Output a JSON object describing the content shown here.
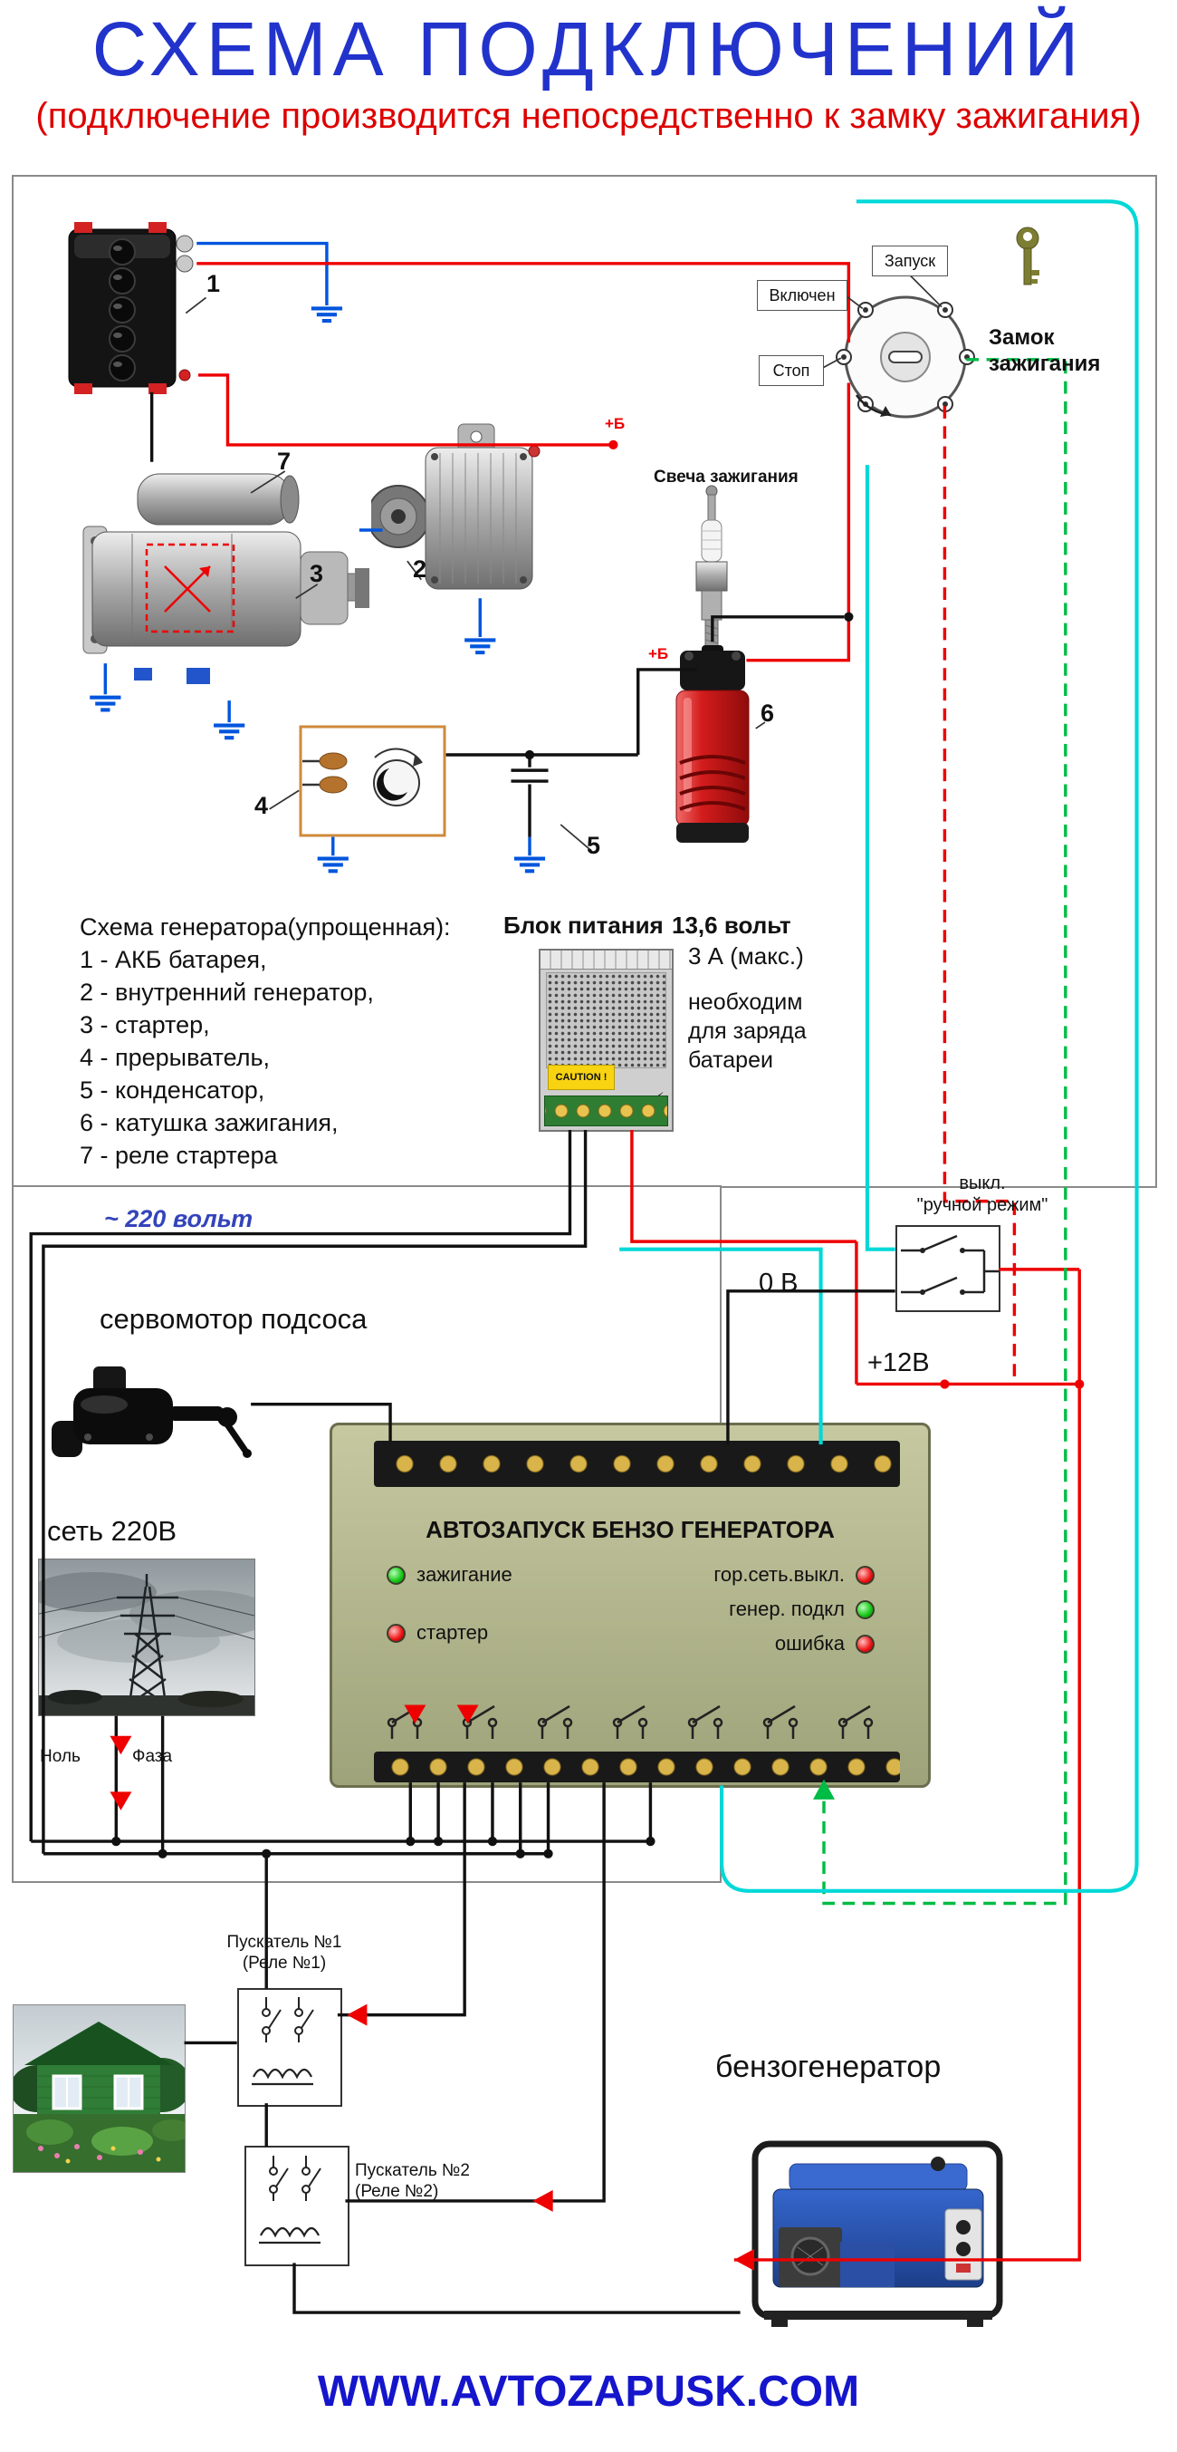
{
  "title": "СХЕМА  ПОДКЛЮЧЕНИЙ",
  "subtitle": "(подключение производится непосредственно к замку зажигания)",
  "schematic": {
    "spark_plug_label": "Свеча зажигания",
    "plus_b": "+Б",
    "lock_label": "Замок зажигания",
    "lock_positions": {
      "start": "Запуск",
      "on": "Включен",
      "stop": "Стоп"
    },
    "numbers": [
      "1",
      "2",
      "3",
      "4",
      "5",
      "6",
      "7"
    ],
    "legend_title": "Схема генератора(упрощенная):",
    "legend_items": [
      "1 - АКБ батарея,",
      "2 - внутренний генератор,",
      "3 - стартер,",
      "4 - прерыватель,",
      "5 - конденсатор,",
      "6 - катушка зажигания,",
      "7 - реле стартера"
    ],
    "psu": {
      "name": "Блок питания",
      "voltage": "13,6 вольт",
      "current": "3 А (макс.)",
      "caution": "CAUTION !",
      "note_lines": [
        "необходим",
        "для заряда",
        "батареи"
      ]
    }
  },
  "middle": {
    "mains_voltage": "~ 220 вольт",
    "servo_label": "сервомотор подсоса",
    "grid_label": "сеть 220В",
    "zero_volt": "0 В",
    "twelve_volt": "+12В",
    "switch_line1": "выкл.",
    "switch_line2": "\"ручной режим\"",
    "neutral": "Ноль",
    "phase": "Фаза",
    "controller": {
      "title": "АВТОЗАПУСК БЕНЗО ГЕНЕРАТОРА",
      "led_ignition": "зажигание",
      "led_starter": "стартер",
      "led_mains": "гор.сеть.выкл.",
      "led_gen": "генер. подкл",
      "led_error": "ошибка"
    }
  },
  "bottom": {
    "relay1_line1": "Пускатель №1",
    "relay1_line2": "(Реле №1)",
    "relay2_line1": "Пускатель №2",
    "relay2_line2": "(Реле №2)",
    "generator_label": "бензогенератор"
  },
  "footer_url": "WWW.AVTOZAPUSK.COM",
  "colors": {
    "wire_red": "#ee0000",
    "wire_blue": "#0055dd",
    "wire_cyan": "#00d8d8",
    "wire_green": "#00bb44",
    "title_blue": "#2233cc",
    "subtitle_red": "#dd0000",
    "link_blue": "#1515cc",
    "controller_body": "#b9bd92"
  }
}
